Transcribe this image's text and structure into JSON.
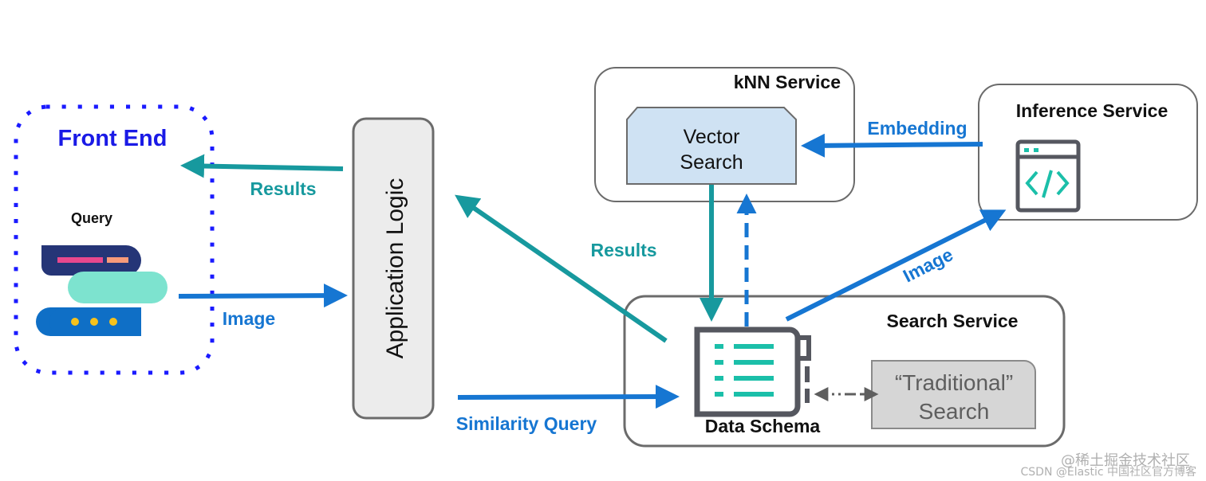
{
  "colors": {
    "front_end_border": "#1a1aff",
    "front_end_title": "#1a1ae6",
    "teal_arrow": "#17999e",
    "blue_arrow": "#1676d2",
    "box_border": "#6b6b6b",
    "app_logic_fill": "#ececec",
    "vector_search_fill": "#cfe2f3",
    "traditional_fill": "#d6d6d6",
    "traditional_text": "#5e5e5e",
    "icon_gray": "#55575f",
    "icon_teal": "#1bbfa9",
    "query_navy": "#253577",
    "query_mint": "#7de3cf",
    "query_blue": "#0f6fc6",
    "query_pink": "#e8488d",
    "query_salmon": "#f79a7a",
    "query_dot": "#f7c21c"
  },
  "front_end": {
    "title": "Front End",
    "query_label": "Query"
  },
  "app_logic": {
    "label": "Application Logic"
  },
  "knn_service": {
    "title": "kNN Service",
    "vector_search_line1": "Vector",
    "vector_search_line2": "Search"
  },
  "inference_service": {
    "title": "Inference Service",
    "icon": "code-window-icon"
  },
  "search_service": {
    "title": "Search Service",
    "data_schema_label": "Data Schema",
    "data_schema_icon": "document-list-icon",
    "traditional_line1": "“Traditional”",
    "traditional_line2": "Search"
  },
  "arrows": {
    "results_to_frontend": "Results",
    "image_to_app": "Image",
    "results_to_app": "Results",
    "similarity_query": "Similarity Query",
    "embedding": "Embedding",
    "image_to_inference": "Image"
  },
  "watermark": {
    "line1": "@稀土掘金技术社区",
    "line2": "CSDN @Elastic 中国社区官方博客"
  }
}
